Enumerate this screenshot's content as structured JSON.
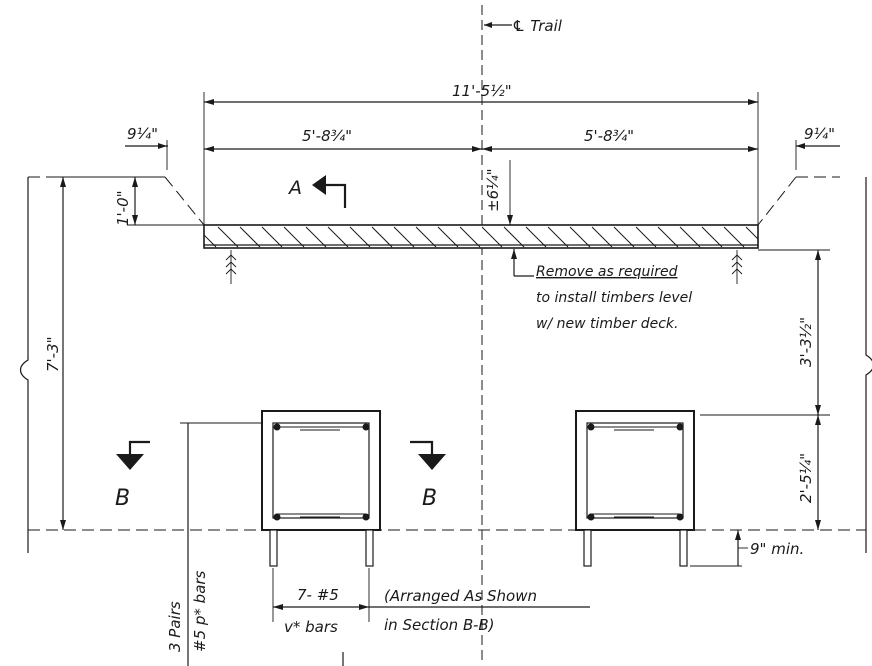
{
  "labels": {
    "centerline_trail": "℄ Trail",
    "overall_width": "11'-5½\"",
    "left_half_width": "5'-8¾\"",
    "right_half_width": "5'-8¾\"",
    "left_offset": "9¼\"",
    "right_offset": "9¼\"",
    "left_rise": "1'-0\"",
    "deck_thickness": "±6¼\"",
    "overall_height": "7'-3\"",
    "right_upper_height": "3'-3½\"",
    "right_lower_height": "2'-5¼\"",
    "embed_min": "9\" min.",
    "section_a": "A",
    "section_b_left": "B",
    "section_b_right": "B",
    "remove_note_line1": "Remove as required",
    "remove_note_line2": "to install timbers level",
    "remove_note_line3": "w/ new timber deck.",
    "v_bars_count": "7- #5",
    "v_bars_name": "v* bars",
    "p_bars_line1": "3 Pairs",
    "p_bars_line2": "#5 p* bars",
    "arranged_line1": "(Arranged As Shown",
    "arranged_line2": "in Section B-B)"
  }
}
